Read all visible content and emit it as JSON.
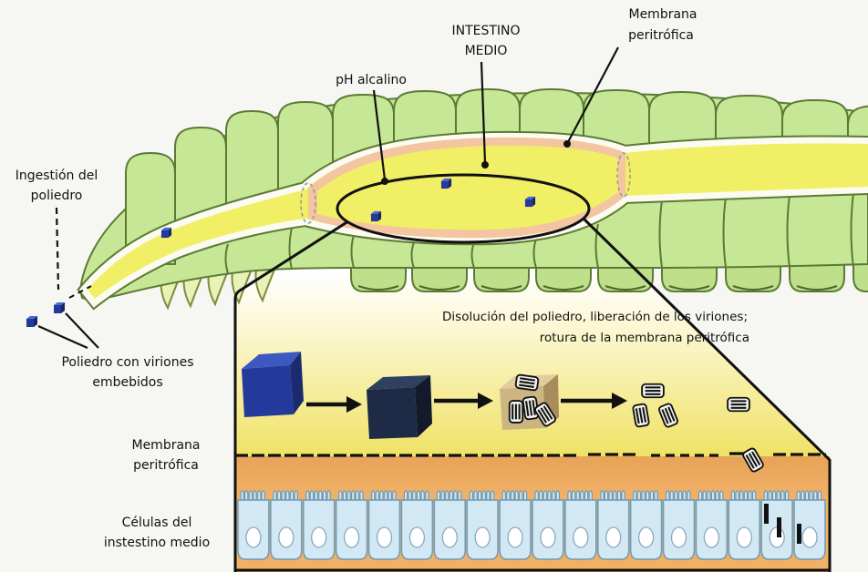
{
  "labels": {
    "ingestion": [
      "Ingestión del",
      "poliedro"
    ],
    "ph": "pH alcalino",
    "midgut": [
      "INTESTINO",
      "MEDIO"
    ],
    "membrane_top": [
      "Membrana",
      "peritrófica"
    ],
    "polyhedron": [
      "Poliedro con viriones",
      "embebidos"
    ],
    "dissolution": [
      "Disolución del poliedro, liberación de los viriones;",
      "rotura de la membrana peritrófica"
    ],
    "membrane_inset": [
      "Membrana",
      "peritrófica"
    ],
    "cells": [
      "Células del",
      "instestino medio"
    ]
  },
  "colors": {
    "body": "#c6e796",
    "body_outline": "#5d7a35",
    "gut": "#f1ef66",
    "peritrophic_membrane": "#f3c5a0",
    "polyhedron": "#233a9c",
    "midgut_lumen": "#f0e266",
    "epithelium": "#f0b167",
    "cells": "#d2e8f4"
  }
}
